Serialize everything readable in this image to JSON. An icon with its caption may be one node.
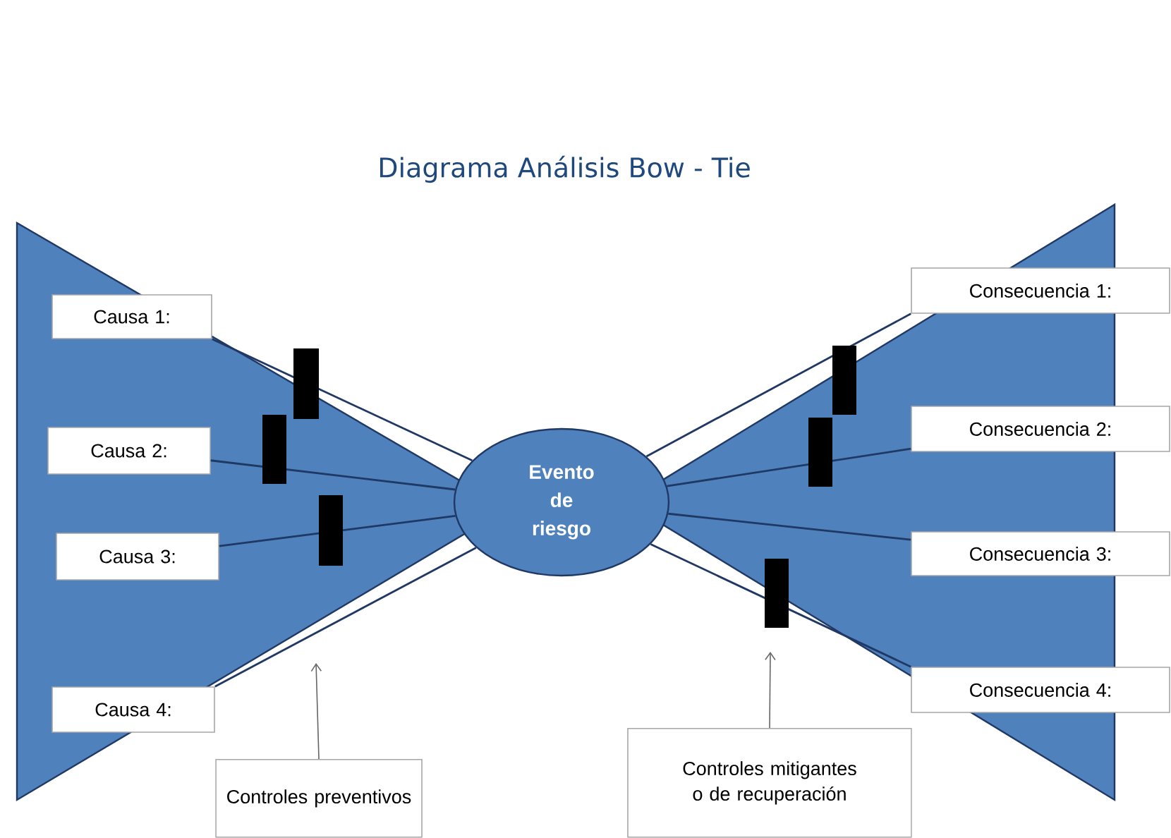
{
  "diagram": {
    "title": "Diagrama Análisis Bow - Tie",
    "nodes": [
      {
        "text": [
          "Causa 1:"
        ]
      },
      {
        "text": [
          "Causa 2:"
        ]
      },
      {
        "text": [
          "Causa 3:"
        ]
      },
      {
        "text": [
          "Causa 4:"
        ]
      },
      {
        "text": [
          "Evento de riesgo"
        ]
      },
      {
        "text": [
          "Consecuencia 1:"
        ]
      },
      {
        "text": [
          "Consecuencia 2:"
        ]
      },
      {
        "text": [
          "Consecuencia 3:"
        ]
      },
      {
        "text": [
          "Consecuencia 4:"
        ]
      },
      {
        "text": [
          "Controles preventivos"
        ]
      },
      {
        "text": [
          "Controles mitigantes o de recuperación"
        ]
      }
    ],
    "edges": [
      {
        "from": 0,
        "to": 4,
        "arrow": "none"
      },
      {
        "from": 1,
        "to": 4,
        "arrow": "none"
      },
      {
        "from": 2,
        "to": 4,
        "arrow": "none"
      },
      {
        "from": 3,
        "to": 4,
        "arrow": "none"
      },
      {
        "from": 4,
        "to": 5,
        "arrow": "none"
      },
      {
        "from": 4,
        "to": 6,
        "arrow": "none"
      },
      {
        "from": 4,
        "to": 7,
        "arrow": "none"
      },
      {
        "from": 4,
        "to": 8,
        "arrow": "none"
      },
      {
        "from": 9,
        "to": null,
        "arrow": "to"
      },
      {
        "from": 10,
        "to": null,
        "arrow": "to"
      }
    ]
  }
}
